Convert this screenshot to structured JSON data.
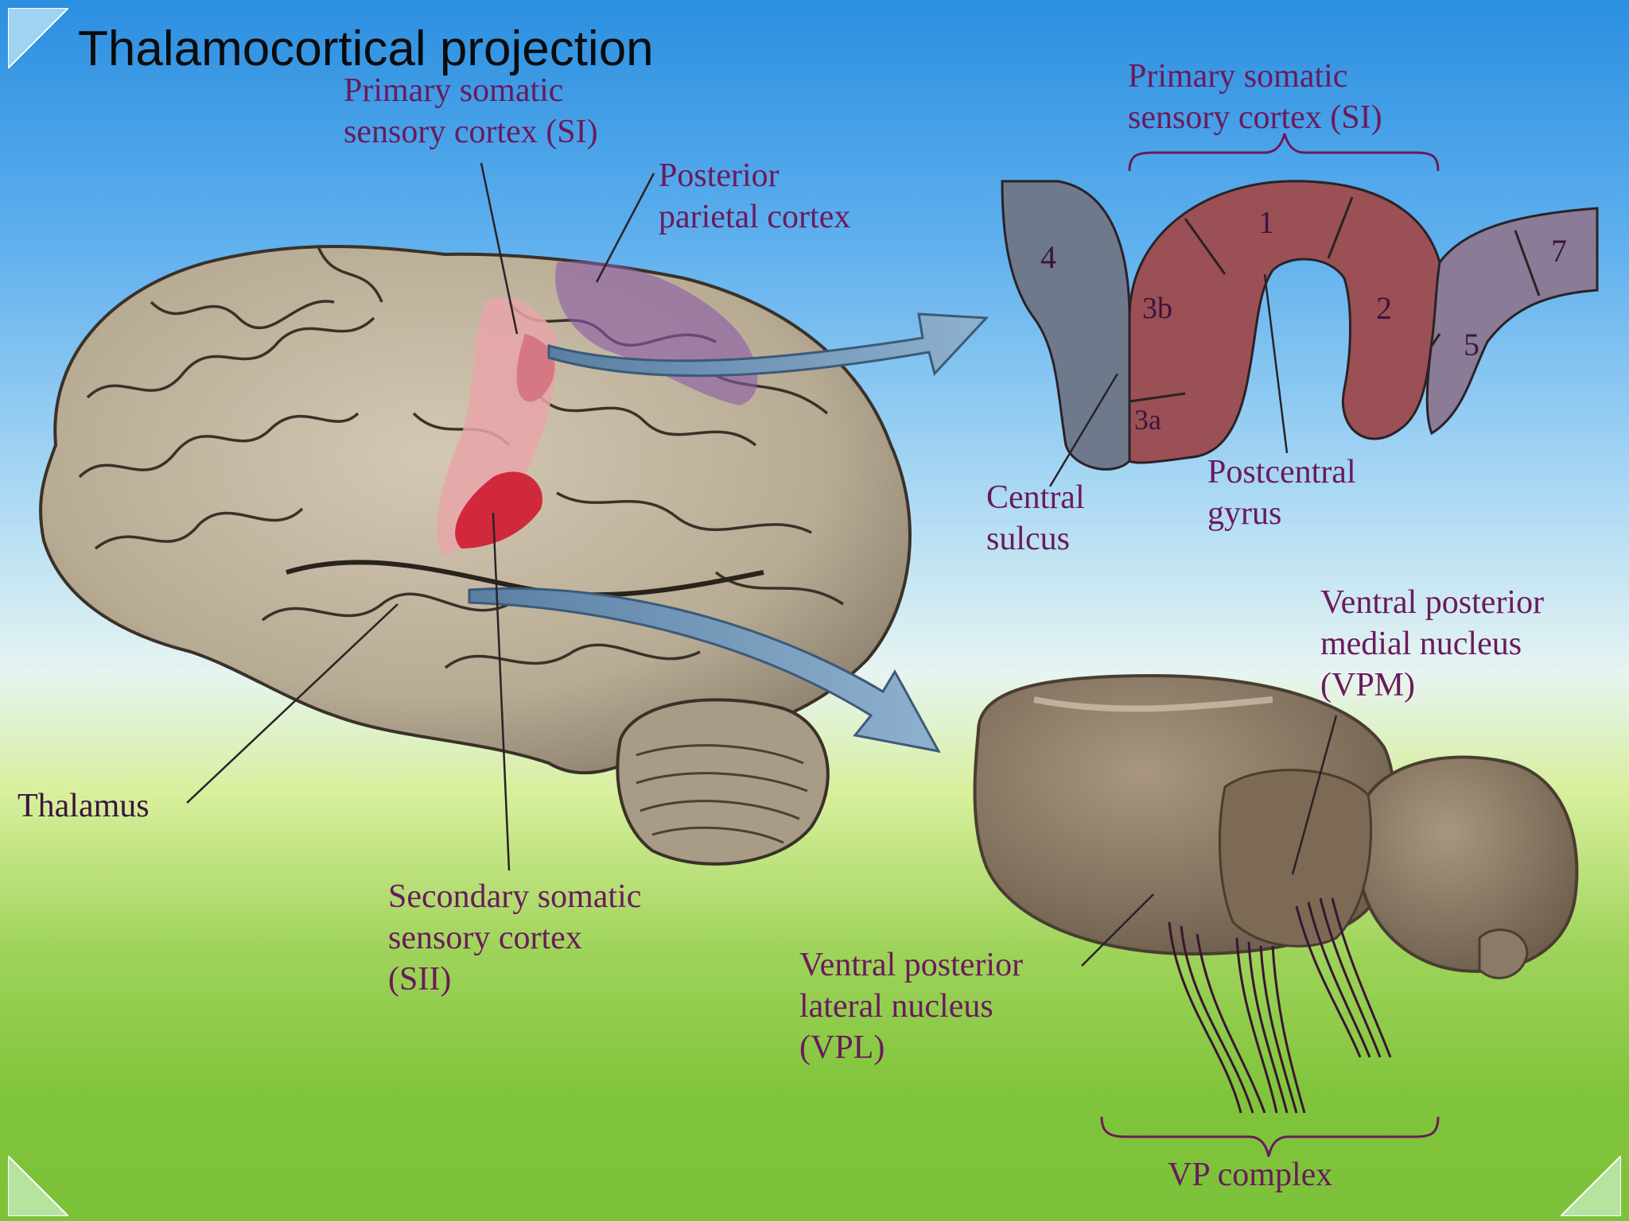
{
  "slide": {
    "title": "Thalamocortical projection"
  },
  "labels": {
    "primary_somatic_left": "Primary somatic\nsensory cortex (SI)",
    "posterior_parietal": "Posterior\nparietal cortex",
    "thalamus": "Thalamus",
    "secondary_somatic": "Secondary somatic\nsensory cortex\n(SII)",
    "primary_somatic_right": "Primary somatic\nsensory cortex (SI)",
    "central_sulcus": "Central\nsulcus",
    "postcentral_gyrus": "Postcentral\ngyrus",
    "vpm": "Ventral posterior\nmedial nucleus\n(VPM)",
    "vpl": "Ventral posterior\nlateral nucleus\n(VPL)",
    "vp_complex": "VP complex"
  },
  "cortical_areas": [
    "4",
    "3b",
    "3a",
    "1",
    "2",
    "5",
    "7"
  ],
  "colors": {
    "primary_cortex": "#9b5055",
    "motor_area": "#6e7a8c",
    "parietal_area": "#8a7b96",
    "brain_tissue": "#b8ab94",
    "arrow": "#6f95b6",
    "label_text": "#6a1a5c"
  },
  "icons": {
    "corner_top_left": "triangle-icon",
    "corner_bottom_left": "triangle-icon",
    "corner_bottom_right": "triangle-icon"
  }
}
